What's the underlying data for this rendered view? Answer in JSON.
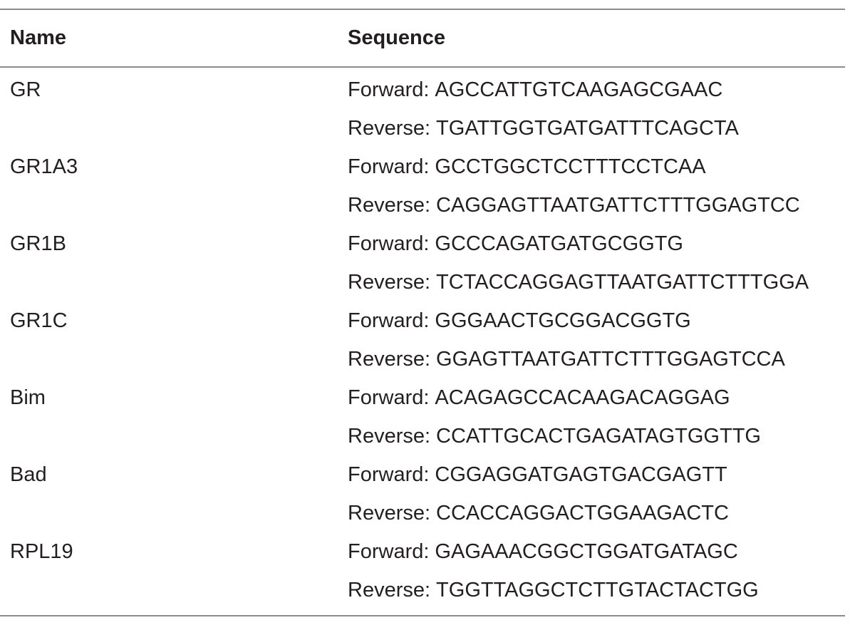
{
  "table": {
    "headers": {
      "name": "Name",
      "sequence": "Sequence"
    },
    "rows": [
      {
        "name": "GR",
        "forward_label": "Forward:",
        "forward": "AGCCATTGTCAAGAGCGAAC",
        "reverse_label": "Reverse:",
        "reverse": "TGATTGGTGATGATTTCAGCTA"
      },
      {
        "name": "GR1A3",
        "forward_label": "Forward:",
        "forward": "GCCTGGCTCCTTTCCTCAA",
        "reverse_label": "Reverse:",
        "reverse": "CAGGAGTTAATGATTCTTTGGAGTCC"
      },
      {
        "name": "GR1B",
        "forward_label": "Forward:",
        "forward": "GCCCAGATGATGCGGTG",
        "reverse_label": "Reverse:",
        "reverse": "TCTACCAGGAGTTAATGATTCTTTGGA"
      },
      {
        "name": "GR1C",
        "forward_label": "Forward:",
        "forward": "GGGAACTGCGGACGGTG",
        "reverse_label": "Reverse:",
        "reverse": "GGAGTTAATGATTCTTTGGAGTCCA"
      },
      {
        "name": "Bim",
        "forward_label": "Forward:",
        "forward": "ACAGAGCCACAAGACAGGAG",
        "reverse_label": "Reverse:",
        "reverse": "CCATTGCACTGAGATAGTGGTTG"
      },
      {
        "name": "Bad",
        "forward_label": "Forward:",
        "forward": "CGGAGGATGAGTGACGAGTT",
        "reverse_label": "Reverse:",
        "reverse": "CCACCAGGACTGGAAGACTC"
      },
      {
        "name": "RPL19",
        "forward_label": "Forward:",
        "forward": "GAGAAACGGCTGGATGATAGC",
        "reverse_label": "Reverse:",
        "reverse": "TGGTTAGGCTCTTGTACTACTGG"
      }
    ]
  }
}
